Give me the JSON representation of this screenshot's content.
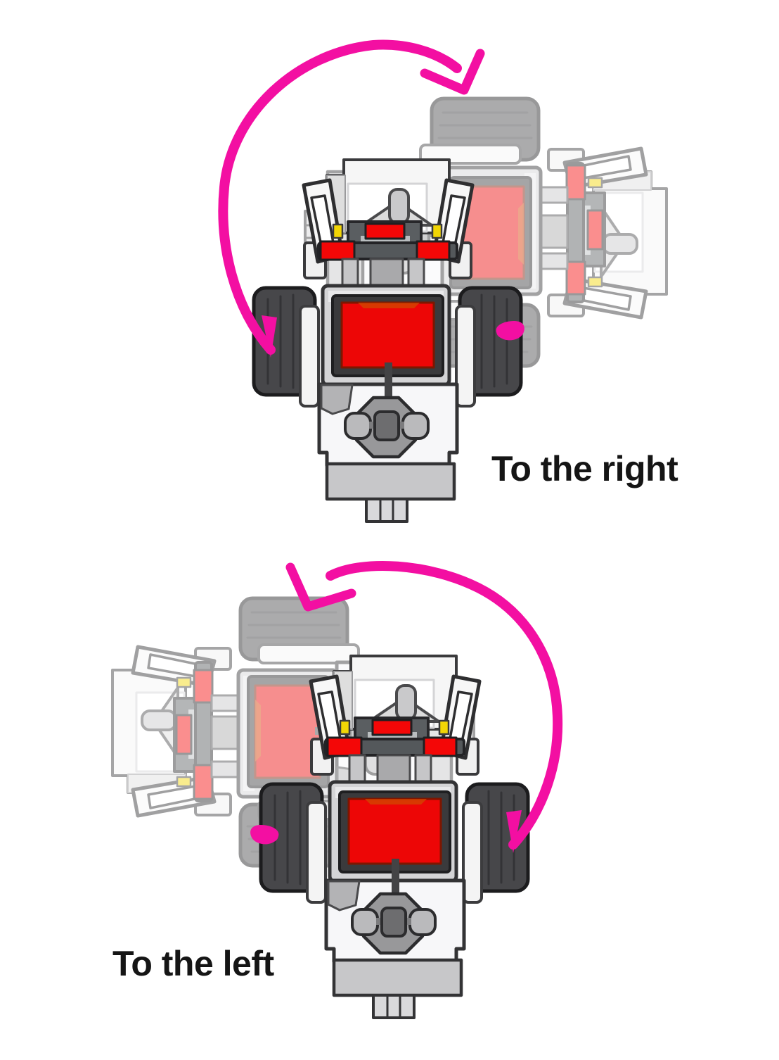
{
  "figures": [
    {
      "id": "turn-right",
      "label": "To the right",
      "direction": "clockwise"
    },
    {
      "id": "turn-left",
      "label": "To the left",
      "direction": "counterclockwise"
    }
  ],
  "colors": {
    "arrow_pink": "#F30FA2",
    "screen_red": "#ED0606",
    "accent_red": "#F40707",
    "chip_yellow": "#F2D605",
    "wheel_dark": "#47474A",
    "background": "#FFFFFF"
  }
}
